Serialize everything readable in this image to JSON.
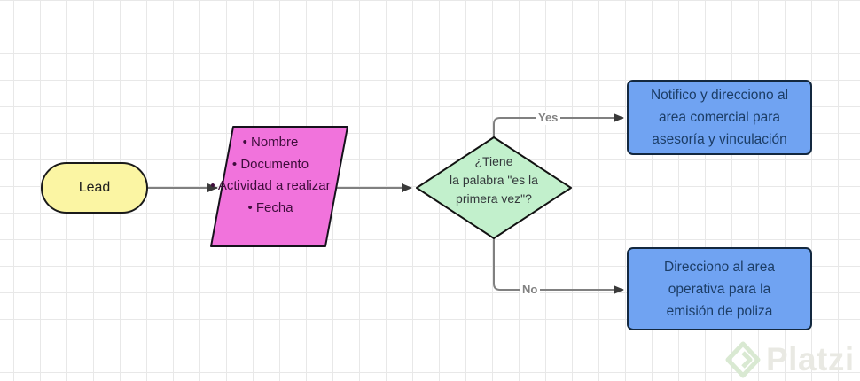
{
  "diagram": {
    "nodes": {
      "lead": {
        "label": "Lead",
        "fill": "#fbf5a3"
      },
      "lead_info": {
        "label": "• Nombre\n• Documento\n• Actividad a realizar\n• Fecha",
        "fill": "#f173dc"
      },
      "decision": {
        "label": "¿Tiene\nla palabra \"es la\nprimera vez\"?",
        "fill": "#c2f0cc"
      },
      "yes_outcome": {
        "label": "Notifico y direcciono al\narea comercial para\nasesoría y vinculación",
        "fill": "#70a3f2"
      },
      "no_outcome": {
        "label": "Direcciono al area\noperativa para la\nemisión de poliza",
        "fill": "#70a3f2"
      }
    },
    "edge_labels": {
      "yes": "Yes",
      "no": "No"
    },
    "colors": {
      "edge_line": "#808080",
      "arrowhead": "#3a3a3a",
      "node_border": "#1a1a1a",
      "blue_text": "#1c3d66",
      "pink_text": "#3f0d3c",
      "grid_line": "#e8e8e8"
    }
  },
  "watermark": {
    "brand": "Platzi"
  }
}
